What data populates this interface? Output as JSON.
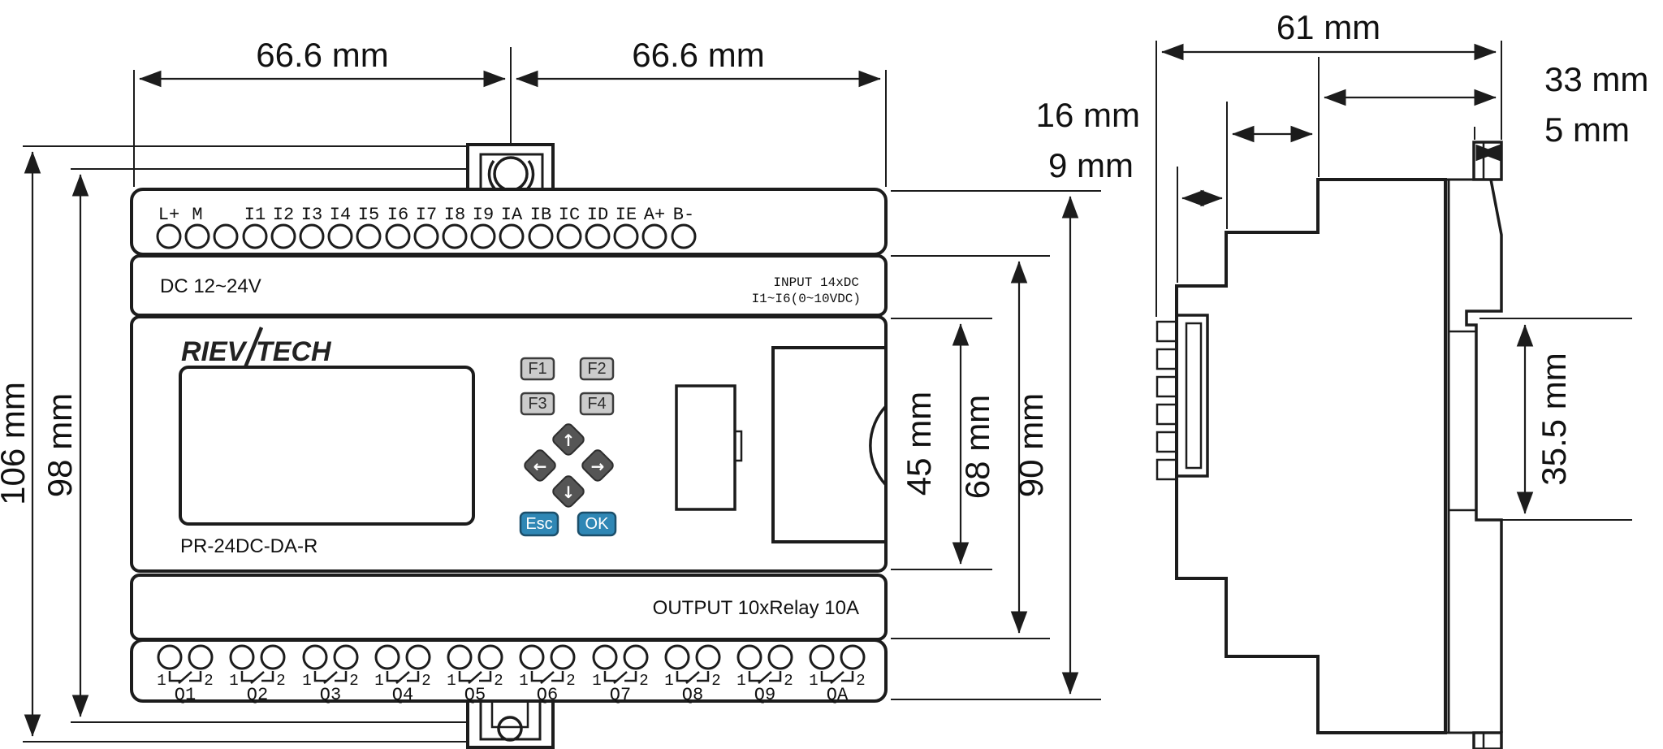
{
  "front_view": {
    "top_terminals": [
      "L+",
      "M",
      "",
      "I1",
      "I2",
      "I3",
      "I4",
      "I5",
      "I6",
      "I7",
      "I8",
      "I9",
      "IA",
      "IB",
      "IC",
      "ID",
      "IE",
      "A+",
      "B-"
    ],
    "power_label": "DC 12~24V",
    "input_label_line1": "INPUT  14xDC",
    "input_label_line2": "I1~I6(0~10VDC)",
    "brand_left": "RIEV",
    "brand_right": "TECH",
    "model": "PR-24DC-DA-R",
    "output_label": "OUTPUT 10xRelay  10A",
    "keypad": {
      "f1": "F1",
      "f2": "F2",
      "f3": "F3",
      "f4": "F4",
      "up": "↑",
      "down": "↓",
      "left": "←",
      "right": "→",
      "esc": "Esc",
      "ok": "OK"
    },
    "contact_pin_left": "1",
    "contact_pin_right": "2",
    "q_labels": [
      "Q1",
      "Q2",
      "Q3",
      "Q4",
      "Q5",
      "Q6",
      "Q7",
      "Q8",
      "Q9",
      "QA"
    ]
  },
  "dimensions": {
    "width_left": "66.6 mm",
    "width_right": "66.6 mm",
    "height_total": "106 mm",
    "height_inner": "98 mm",
    "face_height": "45 mm",
    "mid_height": "68 mm",
    "device_height": "90 mm",
    "side_depth_total": "61 mm",
    "side_depth_rear": "33 mm",
    "side_step": "16 mm",
    "side_front": "9 mm",
    "side_clip": "5 mm",
    "rail_slot": "35.5 mm"
  },
  "colors": {
    "line": "#1c1c1c",
    "fkey_fill": "#cbcbcb",
    "fkey_border": "#3c3c3c",
    "arrow_fill": "#555555",
    "arrow_border": "#2e2e2e",
    "blue_fill": "#2f87b5",
    "blue_border": "#1b4f6b"
  }
}
